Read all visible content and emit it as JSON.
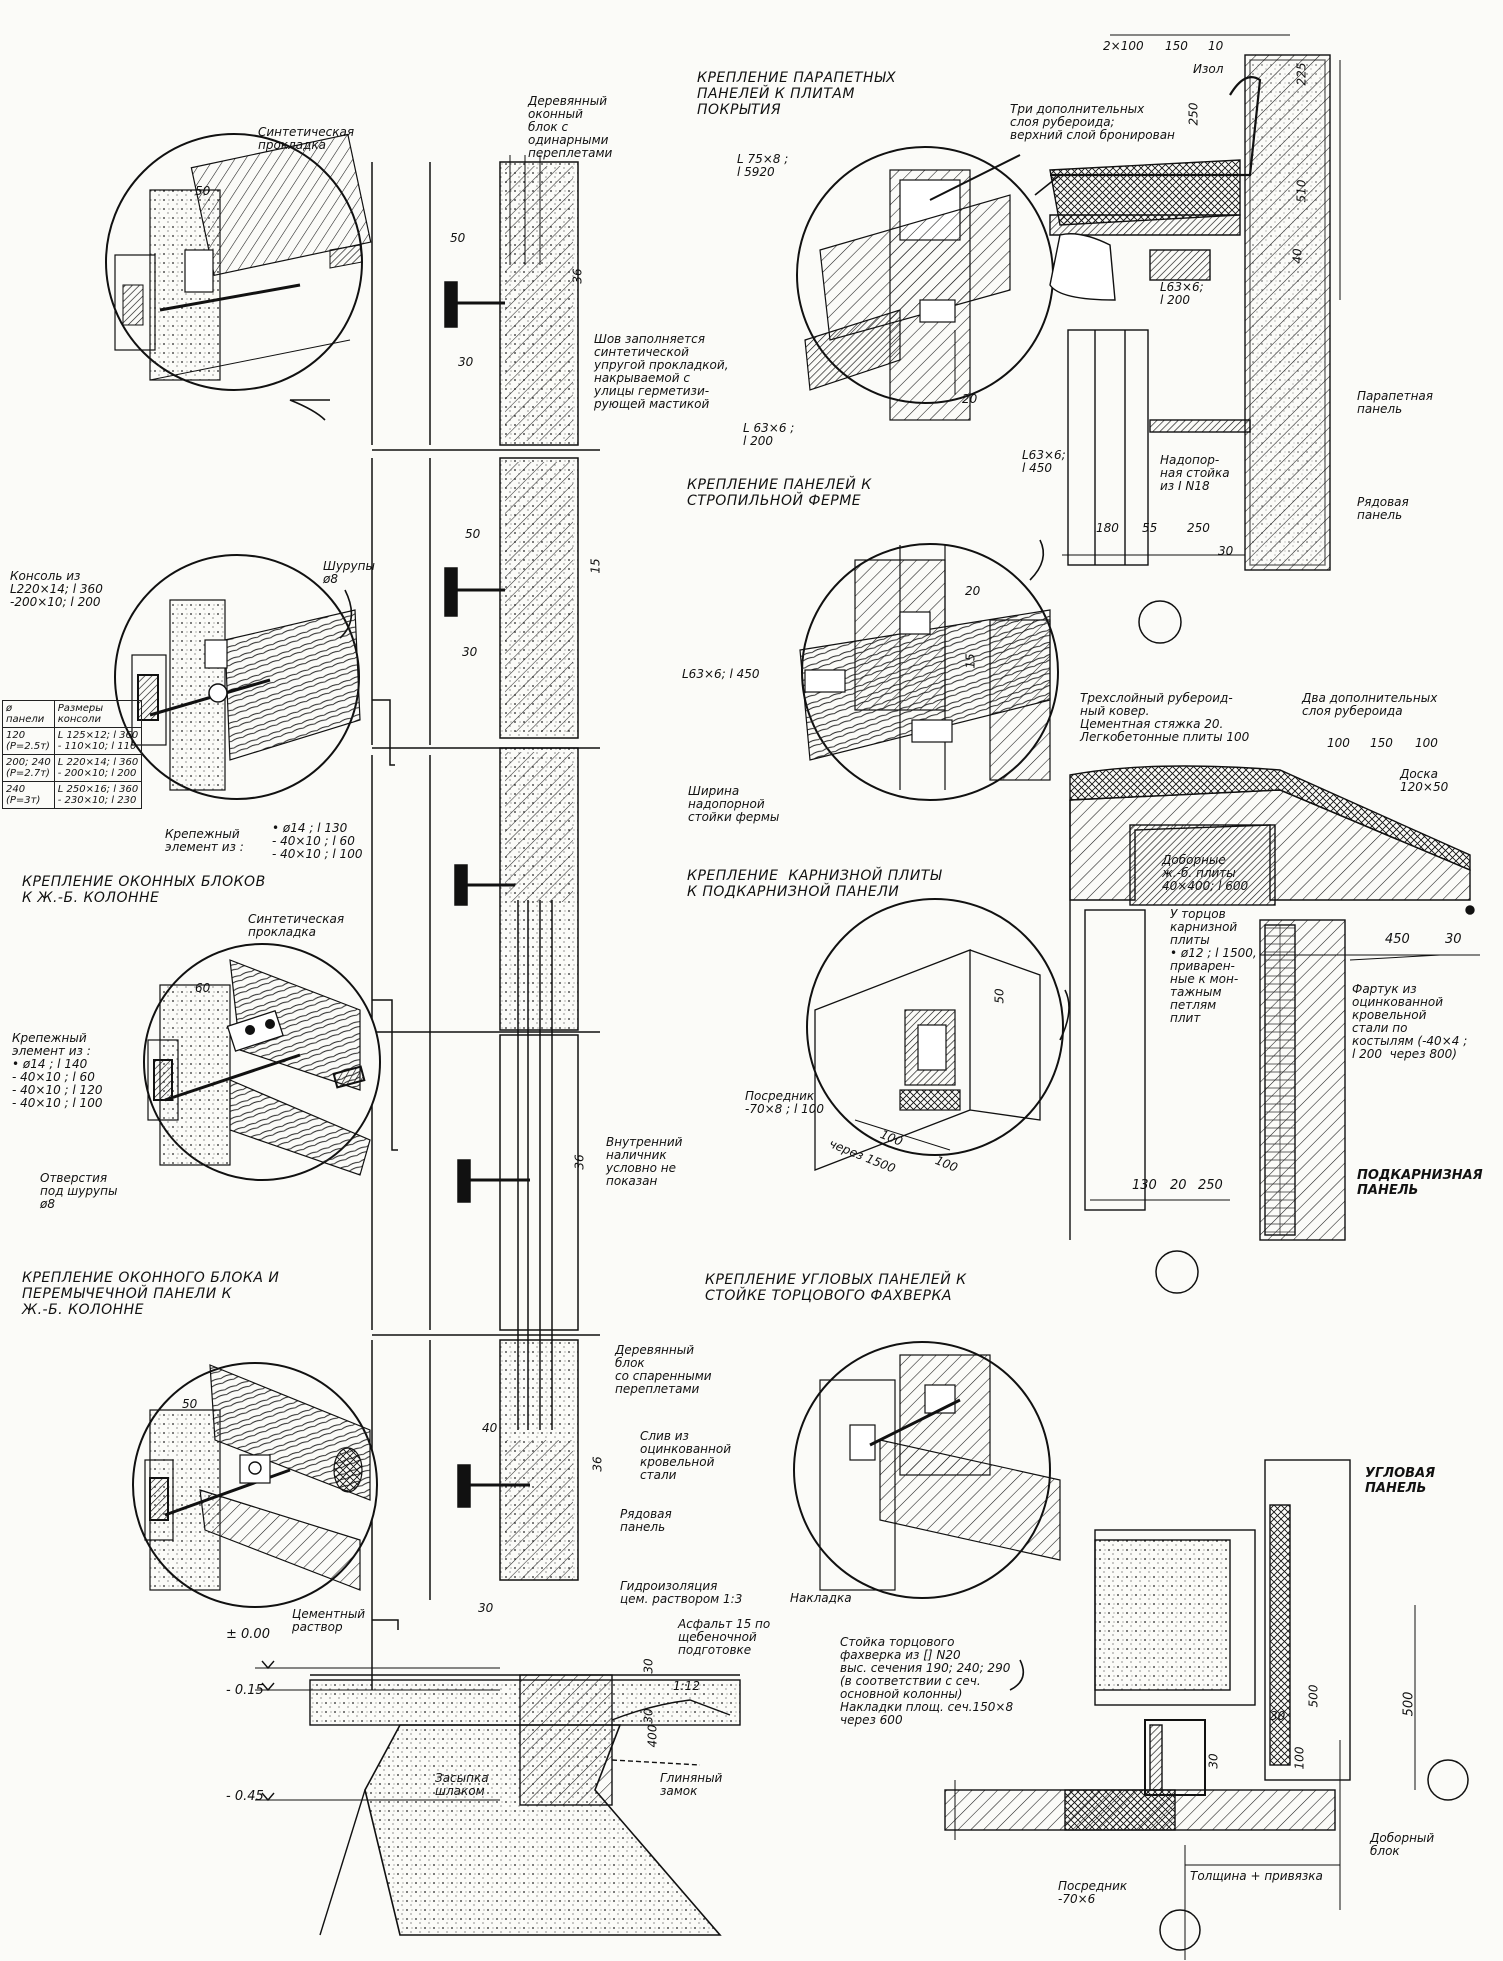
{
  "headings": {
    "parapet": "КРЕПЛЕНИЕ ПАРАПЕТНЫХ\nПАНЕЛЕЙ К ПЛИТАМ\nПОКРЫТИЯ",
    "truss": "КРЕПЛЕНИЕ ПАНЕЛЕЙ К\nСТРОПИЛЬНОЙ ФЕРМЕ",
    "cornice": "КРЕПЛЕНИЕ  КАРНИЗНОЙ ПЛИТЫ\nК ПОДКАРНИЗНОЙ ПАНЕЛИ",
    "window_blocks": "КРЕПЛЕНИЕ ОКОННЫХ БЛОКОВ\nК Ж.-Б. КОЛОННЕ",
    "window_lintel": "КРЕПЛЕНИЕ ОКОННОГО БЛОКА И\nПЕРЕМЫЧЕЧНОЙ ПАНЕЛИ К\nЖ.-Б. КОЛОННЕ",
    "corner": "КРЕПЛЕНИЕ УГЛОВЫХ ПАНЕЛЕЙ К\nСТОЙКЕ ТОРЦОВОГО ФАХВЕРКА"
  },
  "labels": {
    "synthetic_gasket_1": "Синтетическая\nпрокладка",
    "wooden_window_1": "Деревянный\nоконный\nблок с\nодинарными\nпереплетами",
    "seam_note": "Шов заполняется\nсинтетической\nупругой прокладкой,\nнакрываемой с\nулицы герметизи-\nрующей мастикой",
    "angle_75": "L 75×8 ;\nl 5920",
    "angle_63_200": "L 63×6 ;\nl 200",
    "three_layers": "Три дополнительных\nслоя рубероида;\nверхний слой бронирован",
    "izol": "Изол",
    "angle_63_200_b": "L63×6;\nl 200",
    "parapet_panel": "Парапетная\nпанель",
    "angle_63_450": "L63×6;\nl 450",
    "support_post": "Надопор-\nная стойка\nиз I N18",
    "ordinary_panel": "Рядовая\nпанель",
    "console": "Консоль из\nL220×14; l 360\n-200×10; l 200",
    "screws": "Шурупы\nø8",
    "fastener_1": "Крепежный\nэлемент из :",
    "fastener_1_spec": "• ø14 ; l 130\n- 40×10 ; l 60\n- 40×10 ; l 100",
    "angle_63_450_b": "L63×6; l 450",
    "post_width": "Ширина\nнадопорной\nстойки фермы",
    "roof_carpet": "Трехслойный рубероид-\nный ковер.\nЦементная стяжка 20.\nЛегкобетонные плиты 100",
    "two_layers": "Два дополнительных\nслоя рубероида",
    "board": "Доска\n120×50",
    "extra_plates": "Доборные\nж.-б. плиты\n40×400; l 600",
    "cornice_ends": "У торцов\nкарнизной\nплиты\n• ø12 ; l 1500,\nприварен-\nные к мон-\nтажным\nпетлям\nплит",
    "apron": "Фартук из\nоцинкованной\nкровельной\nстали по\nкостылям (-40×4 ;\nl 200  через 800)",
    "sub_cornice": "ПОДКАРНИЗНАЯ\nПАНЕЛЬ",
    "spacer_1": "Посредник\n-70×8 ; l 100",
    "every_1500": "через 1500",
    "synthetic_gasket_2": "Синтетическая\nпрокладка",
    "fastener_2": "Крепежный\nэлемент из :\n• ø14 ; l 140\n- 40×10 ; l 60\n- 40×10 ; l 120\n- 40×10 ; l 100",
    "screw_holes": "Отверстия\nпод шурупы\nø8",
    "inner_casing": "Внутренний\nналичник\nусловно не\nпоказан",
    "wooden_window_2": "Деревянный\nблок\nсо спаренными\nпереплетами",
    "drip": "Слив из\nоцинкованной\nкровельной\nстали",
    "ordinary_panel_2": "Рядовая\nпанель",
    "cement_mortar": "Цементный\nраствор",
    "waterproofing": "Гидроизоляция\nцем. раствором 1:3",
    "asphalt": "Асфальт 15 по\nщебеночной\nподготовке",
    "slope": "1:12",
    "slag_fill": "Засыпка\nшлаком",
    "clay_lock": "Глиняный\nзамок",
    "overlay": "Накладка",
    "post_desc": "Стойка торцового\nфахверка из [] N20\nвыс. сечения 190; 240; 290\n(в соответствии с сеч.\nосновной колонны)\nНакладки площ. сеч.150×8\nчерез 600",
    "corner_panel": "УГЛОВАЯ\nПАНЕЛЬ",
    "extra_block": "Доборный\nблок",
    "thickness": "Толщина + привязка",
    "spacer_2": "Посредник\n-70×6"
  },
  "levels": {
    "zero": "± 0.00",
    "m015": "- 0.15",
    "m045": "- 0.45"
  },
  "dims": {
    "d2x100": "2×100",
    "d150a": "150",
    "d10": "10",
    "d225": "225",
    "d250a": "250",
    "d510": "510",
    "d40": "40",
    "d50a": "50",
    "d36a": "36",
    "d30a": "30",
    "d20a": "20",
    "d180": "180",
    "d55": "55",
    "d250b": "250",
    "d30b": "30",
    "d50b": "50",
    "d15a": "15",
    "d30c": "30",
    "d20b": "20",
    "d15b": "15",
    "d100a": "100",
    "d150b": "150",
    "d100b": "100",
    "d450": "450",
    "d30d": "30",
    "d50c": "50",
    "d100c": "100",
    "d100d": "100",
    "d60": "60",
    "d130": "130",
    "d20c": "20",
    "d250c": "250",
    "d50d": "50",
    "d36b": "36",
    "d50e": "50",
    "d40b": "40",
    "d36c": "36",
    "d30e": "30",
    "d30f": "30",
    "d30g": "30",
    "d400": "400",
    "d500a": "500",
    "d500b": "500",
    "d30h": "30",
    "d30i": "30",
    "d100e": "100"
  },
  "table": {
    "header": [
      "ø\nпанели",
      "Размеры\nконсоли"
    ],
    "rows": [
      [
        "120\n(P=2.5т)",
        "L 125×12; l 360\n- 110×10; l 110"
      ],
      [
        "200; 240\n(P=2.7т)",
        "L 220×14; l 360\n- 200×10; l 200"
      ],
      [
        "240\n(P=3т)",
        "L 250×16; l 360\n- 230×10; l 230"
      ]
    ]
  }
}
